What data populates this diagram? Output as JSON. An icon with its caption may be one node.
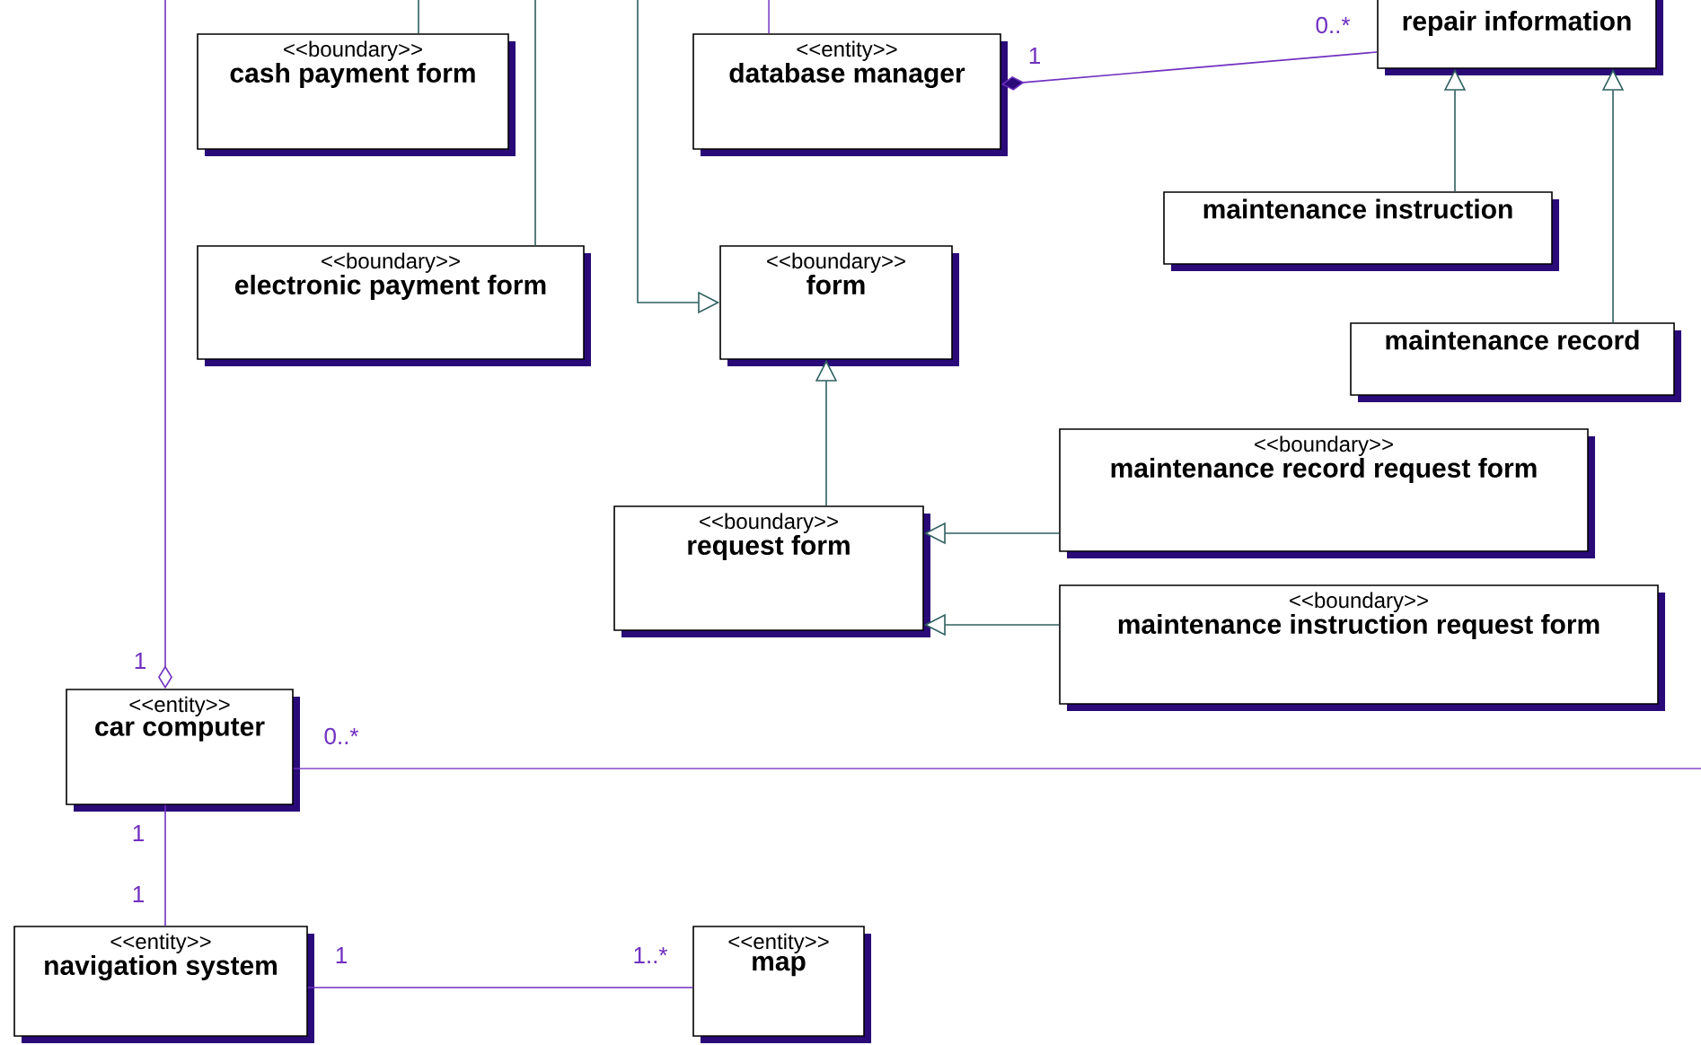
{
  "diagram": {
    "nodes": [
      {
        "text": [
          "<<boundary>>",
          "cash payment form"
        ]
      },
      {
        "text": [
          "<<entity>>",
          "database manager"
        ]
      },
      {
        "text": [
          "repair information"
        ]
      },
      {
        "text": [
          "<<boundary>>",
          "electronic payment form"
        ]
      },
      {
        "text": [
          "<<boundary>>",
          "form"
        ]
      },
      {
        "text": [
          "maintenance instruction"
        ]
      },
      {
        "text": [
          "maintenance record"
        ]
      },
      {
        "text": [
          "<<boundary>>",
          "maintenance record request form"
        ]
      },
      {
        "text": [
          "<<boundary>>",
          "request form"
        ]
      },
      {
        "text": [
          "<<boundary>>",
          "maintenance instruction request form"
        ]
      },
      {
        "text": [
          "<<entity>>",
          "car computer"
        ]
      },
      {
        "text": [
          "<<entity>>",
          "navigation system"
        ]
      },
      {
        "text": [
          "<<entity>>",
          "map"
        ]
      }
    ],
    "edges": [
      {
        "from": null,
        "to": 0,
        "arrow": "none"
      },
      {
        "from": null,
        "to": 3,
        "arrow": "none"
      },
      {
        "from": null,
        "to": 4,
        "arrow": "to"
      },
      {
        "from": null,
        "to": 1,
        "arrow": "none",
        "color": "#7030c0"
      },
      {
        "from": 1,
        "to": 2,
        "arrow": "other",
        "color": "#7030c0"
      },
      {
        "from": 5,
        "to": 2,
        "arrow": "to"
      },
      {
        "from": 6,
        "to": 2,
        "arrow": "to"
      },
      {
        "from": 8,
        "to": 4,
        "arrow": "to"
      },
      {
        "from": 7,
        "to": 8,
        "arrow": "to"
      },
      {
        "from": 9,
        "to": 8,
        "arrow": "to"
      },
      {
        "from": null,
        "to": 10,
        "arrow": "other",
        "color": "#7030c0"
      },
      {
        "from": 10,
        "to": null,
        "arrow": "none",
        "color": "#7030c0"
      },
      {
        "from": 10,
        "to": 11,
        "arrow": "none",
        "color": "#7030c0"
      },
      {
        "from": 11,
        "to": 12,
        "arrow": "none",
        "color": "#7030c0"
      }
    ],
    "labels": [
      "1",
      "0..*",
      "1",
      "0..*",
      "1",
      "1",
      "1",
      "1..*"
    ]
  }
}
